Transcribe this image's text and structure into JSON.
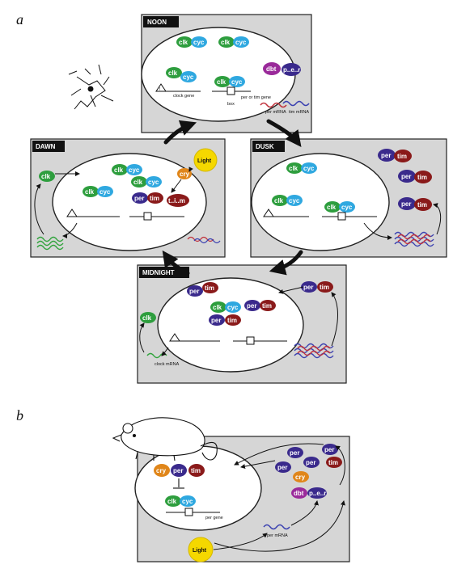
{
  "figure_letters": {
    "a": "a",
    "b": "b"
  },
  "panels": {
    "noon": "NOON",
    "dawn": "DAWN",
    "dusk": "DUSK",
    "midnight": "MIDNIGHT"
  },
  "labels": {
    "clock_gene": "clock gene",
    "box": "box",
    "per_or_tim_gene": "per or tim gene",
    "per_mrna": "per mRNA",
    "tim_mrna": "tim mRNA",
    "clock_mrna": "clock mRNA",
    "per_gene": "per gene",
    "light": "Light"
  },
  "proteins": {
    "clk": "clk",
    "cyc": "cyc",
    "per": "per",
    "tim": "tim",
    "cry": "cry",
    "dbt": "dbt",
    "per_fused": "p..e..r",
    "tim_degraded": "t..i..m"
  },
  "colors": {
    "clk": "#2e9e3e",
    "cyc": "#2fa8e0",
    "per": "#3a2a8c",
    "tim": "#8a1a1a",
    "cry": "#e0861a",
    "dbt": "#9a2a9a",
    "light": "#f5d800",
    "panel": "#d6d6d6",
    "mrna_red": "#c0303a",
    "mrna_blue": "#3a40b0",
    "mrna_green": "#2ea33a"
  }
}
